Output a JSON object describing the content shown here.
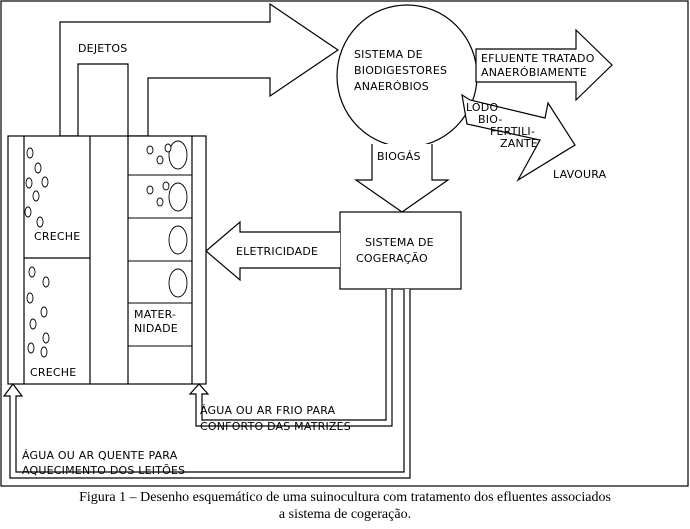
{
  "diagram": {
    "labels": {
      "dejetos": "DEJETOS",
      "sistema_biodigestores": [
        "SISTEMA DE",
        "BIODIGESTORES",
        "ANAERÓBIOS"
      ],
      "efluente_tratado": [
        "EFLUENTE TRATADO",
        "ANAERÓBIAMENTE"
      ],
      "lodo_biofertilizante": [
        "LODO",
        "BIO-",
        "FERTILI-",
        "ZANTE"
      ],
      "lavoura": "LAVOURA",
      "biogas": "BIOGÁS",
      "sistema_cogeracao": [
        "SISTEMA DE",
        "COGERAÇÃO"
      ],
      "eletricidade": "ELETRICIDADE",
      "creche_top": "CRECHE",
      "creche_bottom": "CRECHE",
      "maternidade": [
        "MATER-",
        "NIDADE"
      ],
      "agua_frio": [
        "ÁGUA OU AR FRIO PARA",
        "CONFORTO DAS MATRIZES"
      ],
      "agua_quente": [
        "ÁGUA OU AR QUENTE PARA",
        "AQUECIMENTO DOS LEITÕES"
      ]
    },
    "caption": [
      "Figura 1 – Desenho esquemático de uma suinocultura com tratamento dos efluentes associados",
      "a sistema de cogeração."
    ]
  }
}
